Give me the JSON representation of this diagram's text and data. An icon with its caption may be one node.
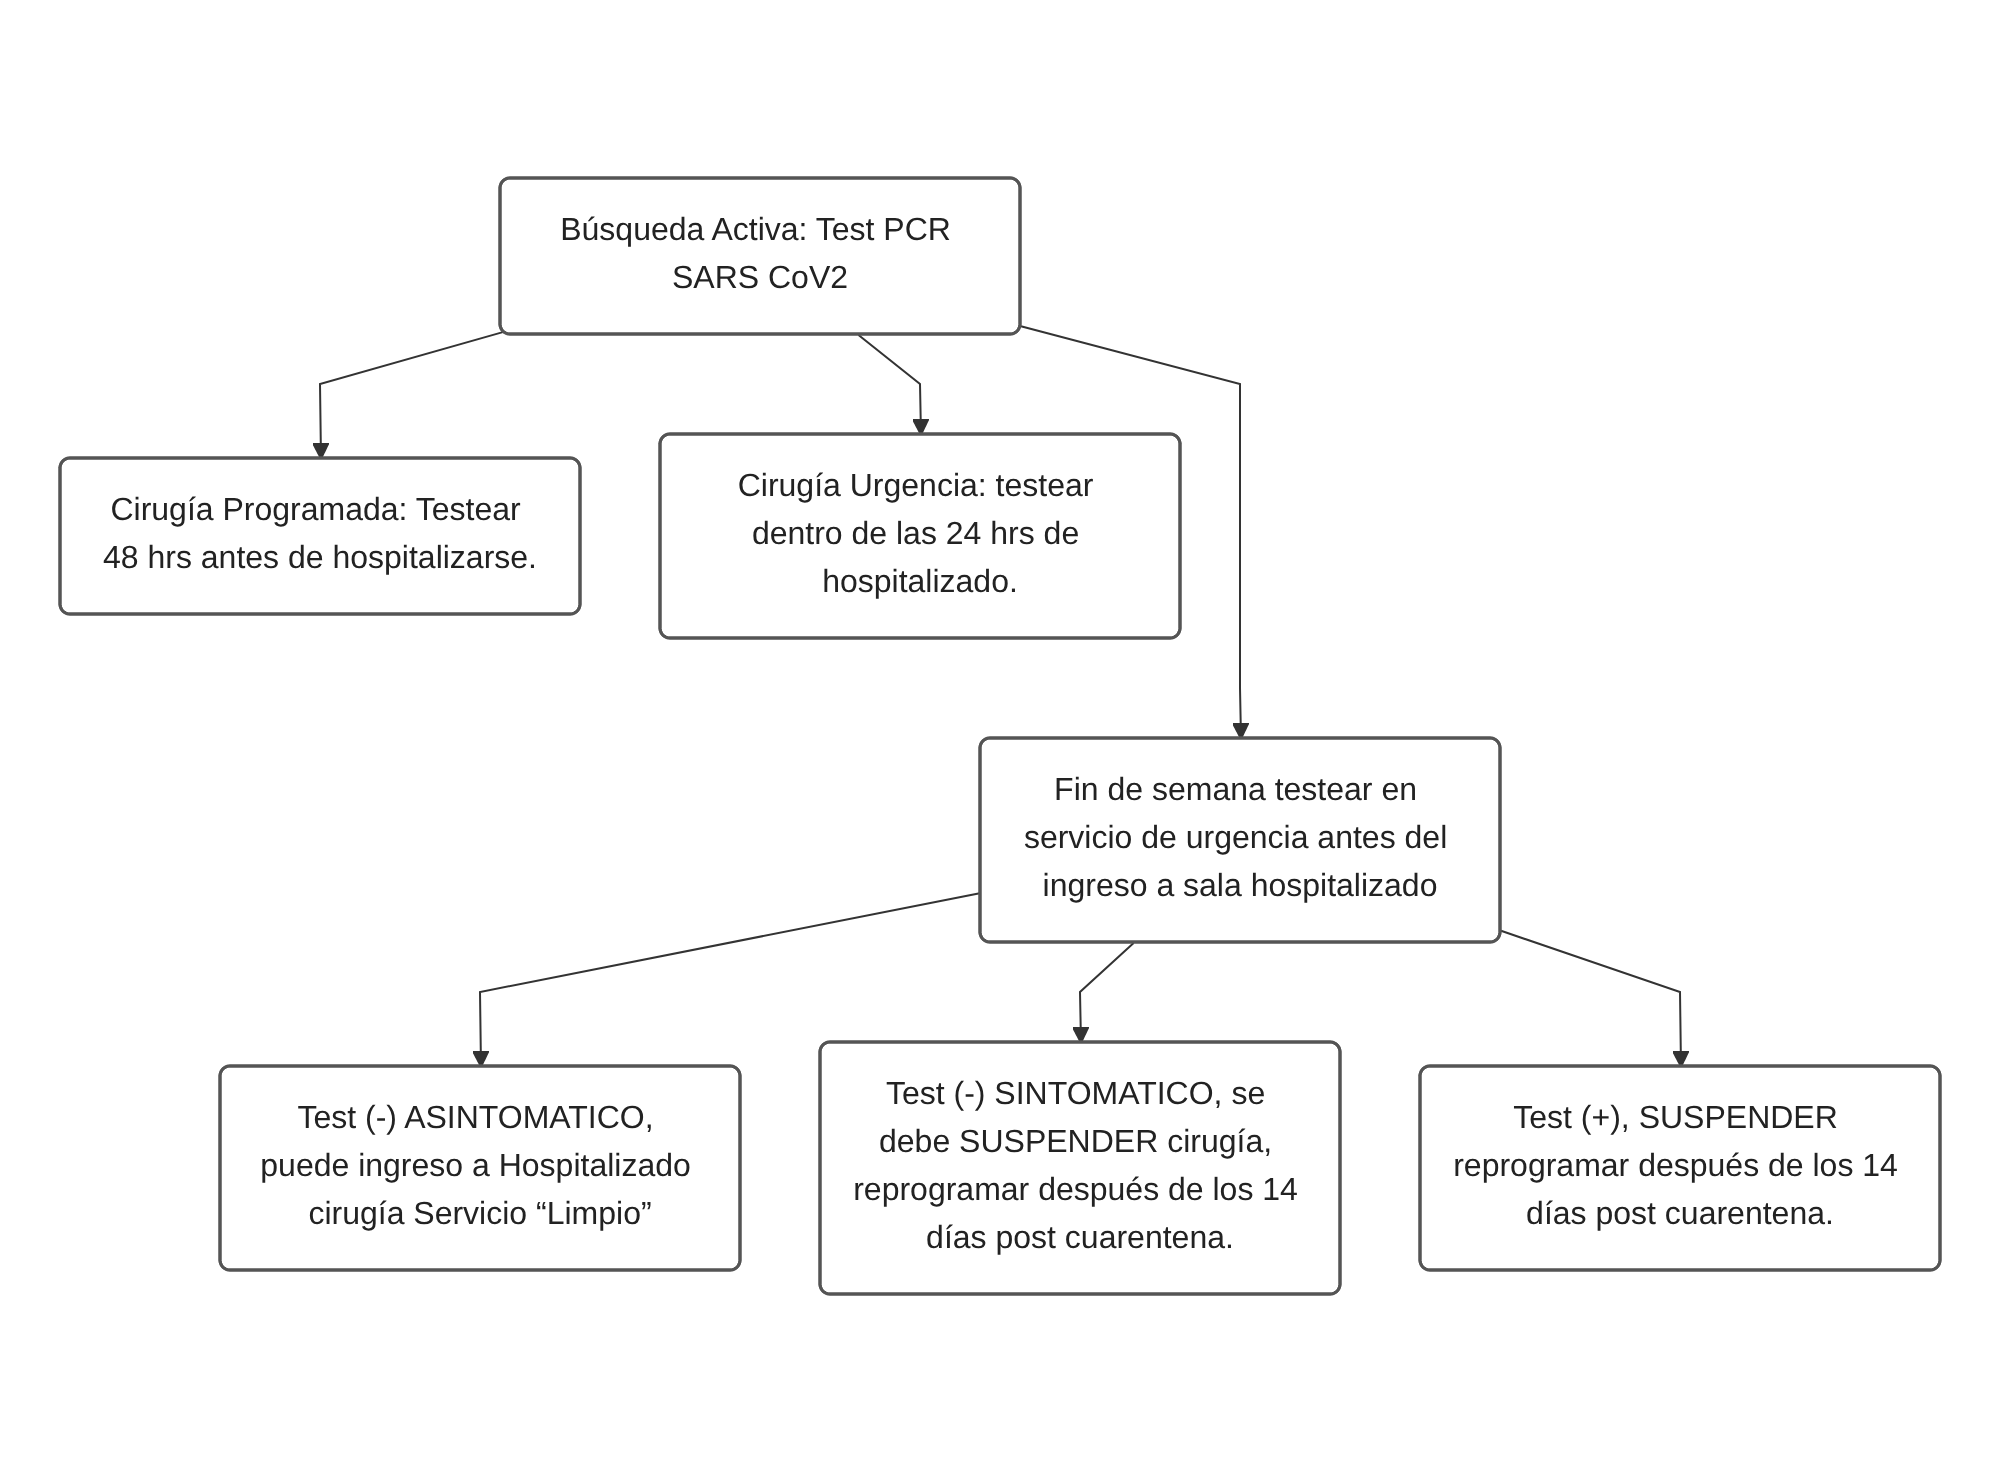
{
  "diagram": {
    "nodes": [
      {
        "text": [
          "Búsqueda Activa: Test PCR SARS CoV2"
        ]
      },
      {
        "text": [
          "Cirugía Programada: Testear 48 hrs antes de hospitalizarse."
        ]
      },
      {
        "text": [
          "Fin de semana testear en servicio de urgencia antes del ingreso a sala hospitalizado"
        ]
      },
      {
        "text": [
          "Cirugía Urgencia: testear dentro de las 24 hrs de hospitalizado."
        ]
      },
      {
        "text": [
          "Test (-) ASINTOMATICO, puede ingreso a Hospitalizado cirugía Servicio “Limpio”"
        ]
      },
      {
        "text": [
          "Test (-) SINTOMATICO, se debe SUSPENDER cirugía, reprogramar después de los 14 días post cuarentena."
        ]
      },
      {
        "text": [
          "Test (+), SUSPENDER reprogramar después de los 14 días post cuarentena."
        ]
      }
    ],
    "edges": [
      {
        "from": 0,
        "to": 1,
        "arrow": "to"
      },
      {
        "from": 0,
        "to": 2,
        "arrow": "to"
      },
      {
        "from": 0,
        "to": 3,
        "arrow": "to"
      },
      {
        "from": 2,
        "to": 4,
        "arrow": "to"
      },
      {
        "from": 2,
        "to": 5,
        "arrow": "to"
      },
      {
        "from": 2,
        "to": 6,
        "arrow": "to"
      }
    ]
  }
}
